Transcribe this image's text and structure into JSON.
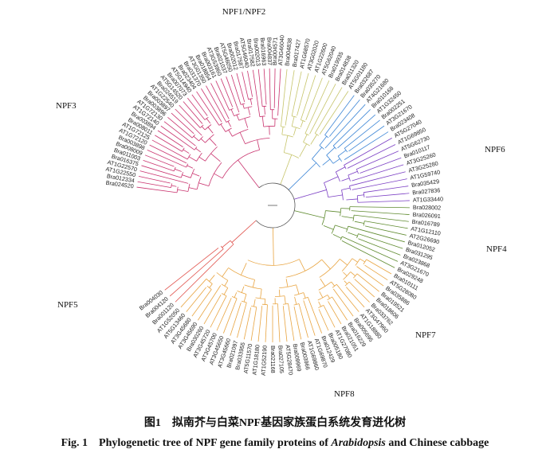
{
  "caption_cn": "图1　拟南芥与白菜NPF基因家族蛋白系统发育进化树",
  "caption_en_prefix": "Fig. 1　Phylogenetic tree of NPF gene family proteins of ",
  "caption_en_italic": "Arabidopsis",
  "caption_en_suffix": " and Chinese cabbage",
  "group_labels": {
    "npf12": "NPF1/NPF2",
    "npf3": "NPF3",
    "npf6": "NPF6",
    "npf4": "NPF4",
    "npf7": "NPF7",
    "npf8": "NPF8",
    "npf5": "NPF5"
  },
  "colors": {
    "npf12": "#E8A440",
    "npf3": "#E0504A",
    "npf6": "#5E8A2E",
    "npf4": "#7B3FC4",
    "npf7": "#3D86D6",
    "npf8": "#C6C46A",
    "npf5": "#C9336E",
    "root": "#555555"
  },
  "clades": [
    {
      "id": "npf5",
      "start": 186.5,
      "end": 274.5,
      "leaves": [
        "Bra024520",
        "Bra012334",
        "AT1G22550",
        "AT1G22570",
        "Bra016375",
        "Bra011003",
        "Bra008009",
        "Bra003898",
        "AT1G72120",
        "AT1G72125",
        "Bra008011",
        "Bra003894",
        "AT1G72140",
        "AT1G72130",
        "Bra003896",
        "Bra003897",
        "AT1G22540",
        "Bra024519",
        "AT5G14520",
        "Bra007073",
        "AT5G14940",
        "Bra023404",
        "Bra031370",
        "AT3G01350",
        "Bra018854",
        "Bra003161",
        "AT3G53960",
        "Bra021037",
        "AT5G46050",
        "Bra002012",
        "Bra017587",
        "AT5G46040",
        "Bra017582",
        "Bra002013",
        "Bra016963",
        "Bra004837",
        "Bra004571",
        "AT3G46040"
      ]
    },
    {
      "id": "npf8",
      "start": 274.5,
      "end": 305.0,
      "leaves": [
        "Bra004838",
        "Bra017427",
        "AT1G68570",
        "AT3G02020",
        "AT1G22600",
        "AT5G62040",
        "Bra019935",
        "Bra014838",
        "Bra011320",
        "AT5G01180"
      ]
    },
    {
      "id": "npf7",
      "start": 305.0,
      "end": 329.0,
      "leaves": [
        "Bra032687",
        "Bra035270",
        "AT4G21680",
        "Bra010168",
        "AT1G32450",
        "Bra002251",
        "AT3G21670",
        "Bra023408"
      ]
    },
    {
      "id": "npf4",
      "start": 329.0,
      "end": 359.5,
      "leaves": [
        "AT5G27040",
        "AT1G69850",
        "AT5G62730",
        "Bra010117",
        "AT3G25260",
        "AT3G25280",
        "AT1G59740",
        "Bra035429",
        "Bra027836",
        "AT1G33440"
      ]
    },
    {
      "id": "npf6",
      "start": 359.5,
      "end": 388.5,
      "leaves": [
        "Bra028002",
        "Bra026091",
        "Bra016789",
        "AT1G12110",
        "AT2G26690",
        "Bra012052",
        "Bra031295",
        "Bra023868",
        "AT3G21670",
        "Bra029248"
      ]
    },
    {
      "id": "npf12",
      "start": 388.5,
      "end": 493.5,
      "leaves": [
        "Bra010111",
        "AT5G28080",
        "Bra035886",
        "Bra019521",
        "Bra018606",
        "Bra033762",
        "AT3G47960",
        "AT1G18880",
        "Bra005695",
        "Bra016229",
        "Bra021051",
        "AT1G27080",
        "Bra005180",
        "Bra012429",
        "AT1G69870",
        "AT1G69860",
        "Bra003966",
        "Bra009969",
        "AT5G28470",
        "Bra027105",
        "Bra021168",
        "AT1G52190",
        "AT1G18180",
        "AT5G11570",
        "Bra033955",
        "Bra021097",
        "AT3G45660",
        "AT3G45650",
        "AT3G45700",
        "AT3G45720",
        "Bra030260",
        "AT3G45690",
        "AT3G45680",
        "AT5G13460",
        "AT1G52050"
      ]
    },
    {
      "id": "npf3",
      "start": 493.5,
      "end": 503.5,
      "leaves": [
        "Bra001120",
        "Bra004120",
        "Bra004030"
      ]
    }
  ],
  "group_label_positions_note": ""
}
